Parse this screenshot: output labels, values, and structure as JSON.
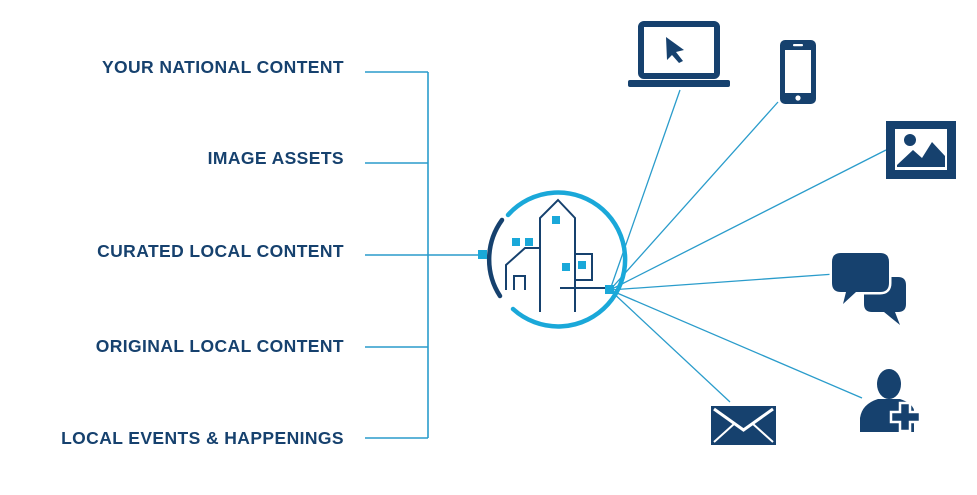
{
  "colors": {
    "navy": "#16416e",
    "cyan": "#1aa8d9",
    "line": "#2a9ccb"
  },
  "sources": [
    {
      "label": "YOUR NATIONAL CONTENT"
    },
    {
      "label": "IMAGE ASSETS"
    },
    {
      "label": "CURATED LOCAL CONTENT"
    },
    {
      "label": "ORIGINAL LOCAL CONTENT"
    },
    {
      "label": "LOCAL EVENTS & HAPPENINGS"
    }
  ],
  "hub": {
    "icon": "local-community-hub-icon"
  },
  "outputs": [
    {
      "icon": "laptop-icon"
    },
    {
      "icon": "smartphone-icon"
    },
    {
      "icon": "image-icon"
    },
    {
      "icon": "chat-bubbles-icon"
    },
    {
      "icon": "add-user-icon"
    },
    {
      "icon": "email-icon"
    }
  ]
}
